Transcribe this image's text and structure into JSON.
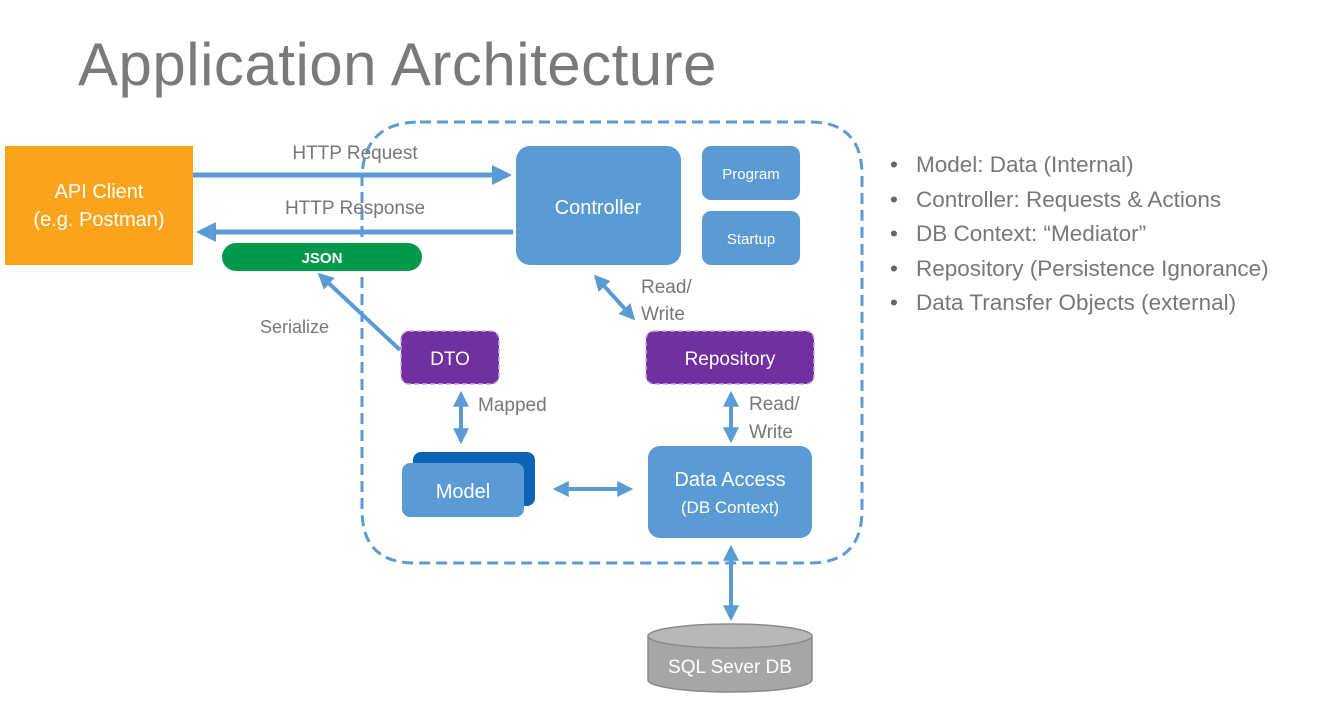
{
  "title": "Application Architecture",
  "colors": {
    "blue": "#5b9bd5",
    "blue_dark": "#0b63b6",
    "orange": "#fba31b",
    "green": "#00994c",
    "purple": "#7030a0",
    "gray_db": "#a6a6a6",
    "text_gray": "#777777"
  },
  "nodes": {
    "api_client": {
      "line1": "API Client",
      "line2": "(e.g. Postman)"
    },
    "controller": "Controller",
    "program": "Program",
    "startup": "Startup",
    "json": "JSON",
    "dto": "DTO",
    "repository": "Repository",
    "model": "Model",
    "data_access": {
      "line1": "Data Access",
      "line2": "(DB Context)"
    },
    "database": "SQL Sever DB"
  },
  "edges": {
    "http_request": "HTTP Request",
    "http_response": "HTTP Response",
    "serialize": "Serialize",
    "mapped": "Mapped",
    "read_write_1": {
      "line1": "Read/",
      "line2": "Write"
    },
    "read_write_2": {
      "line1": "Read/",
      "line2": "Write"
    }
  },
  "bullets": [
    "Model: Data (Internal)",
    "Controller: Requests & Actions",
    "DB Context: “Mediator”",
    "Repository (Persistence Ignorance)",
    "Data Transfer Objects (external)"
  ]
}
